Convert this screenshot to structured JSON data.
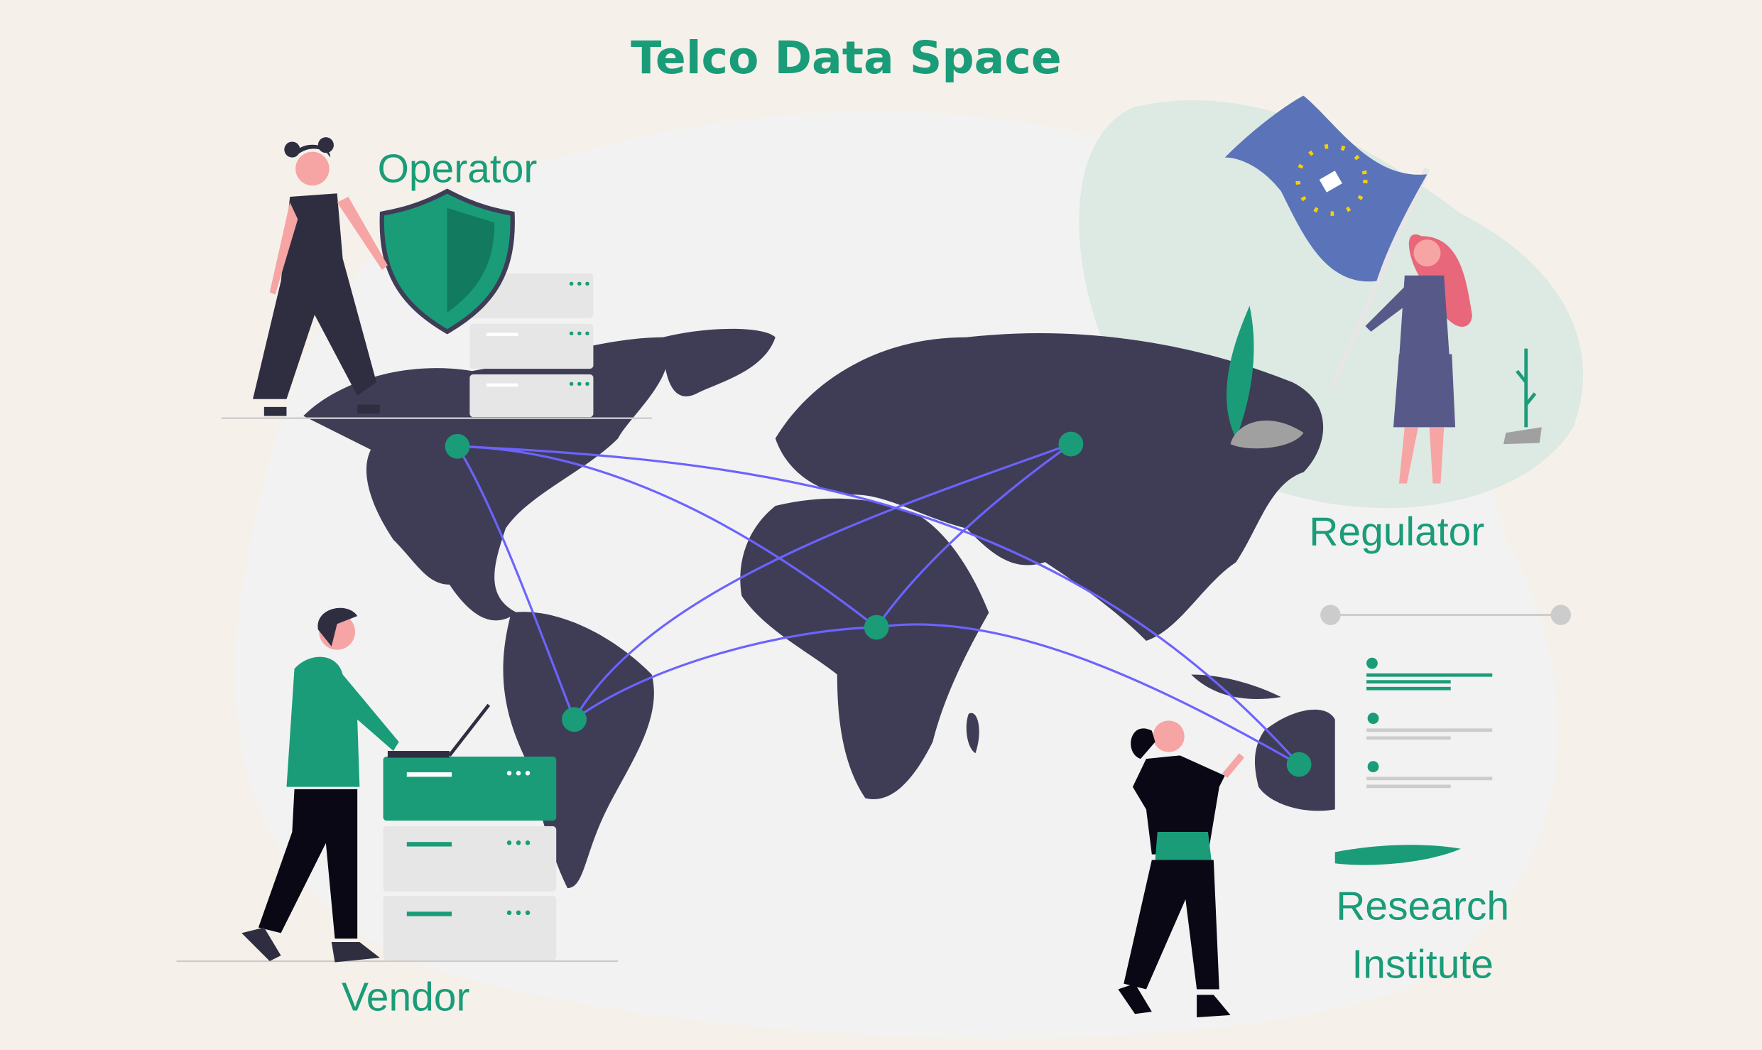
{
  "title": "Telco Data Space",
  "actors": {
    "operator": "Operator",
    "regulator": "Regulator",
    "vendor": "Vendor",
    "research_line1": "Research",
    "research_line2": "Institute"
  },
  "colors": {
    "accent": "#1a9c78",
    "map": "#3f3d56",
    "links": "#6c63ff",
    "background": "#f5f1ea",
    "flag": "#5b73b8"
  },
  "icons": [
    "shield-icon",
    "server-stack-icon",
    "eu-flag-lock-icon",
    "laptop-icon",
    "document-icon",
    "plant-icon"
  ]
}
